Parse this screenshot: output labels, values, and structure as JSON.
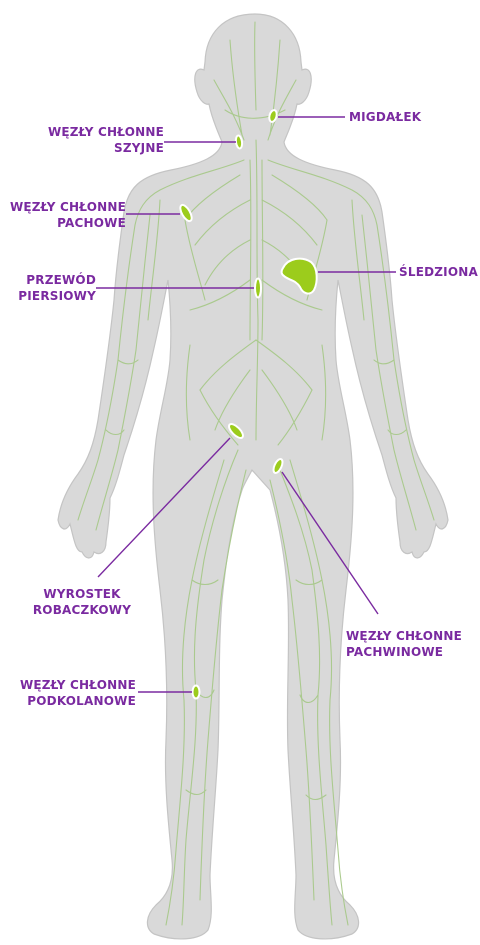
{
  "colors": {
    "label": "#7a2aa0",
    "leader": "#7a2aa0",
    "body_fill": "#d9d9d9",
    "body_stroke": "#c4c4c4",
    "vessel": "#a8c98a",
    "organ": "#9ccc1c",
    "organ_outline": "#ffffff"
  },
  "labels": {
    "cervical": {
      "line1": "WĘZŁY CHŁONNE",
      "line2": "SZYJNE"
    },
    "tonsil": {
      "line1": "MIGDAŁEK"
    },
    "axillary": {
      "line1": "WĘZŁY CHŁONNE",
      "line2": "PACHOWE"
    },
    "spleen": {
      "line1": "ŚLEDZIONA"
    },
    "thoracic": {
      "line1": "PRZEWÓD",
      "line2": "PIERSIOWY"
    },
    "appendix": {
      "line1": "WYROSTEK",
      "line2": "ROBACZKOWY"
    },
    "inguinal": {
      "line1": "WĘZŁY CHŁONNE",
      "line2": "PACHWINOWE"
    },
    "popliteal": {
      "line1": "WĘZŁY CHŁONNE",
      "line2": "PODKOLANOWE"
    }
  }
}
